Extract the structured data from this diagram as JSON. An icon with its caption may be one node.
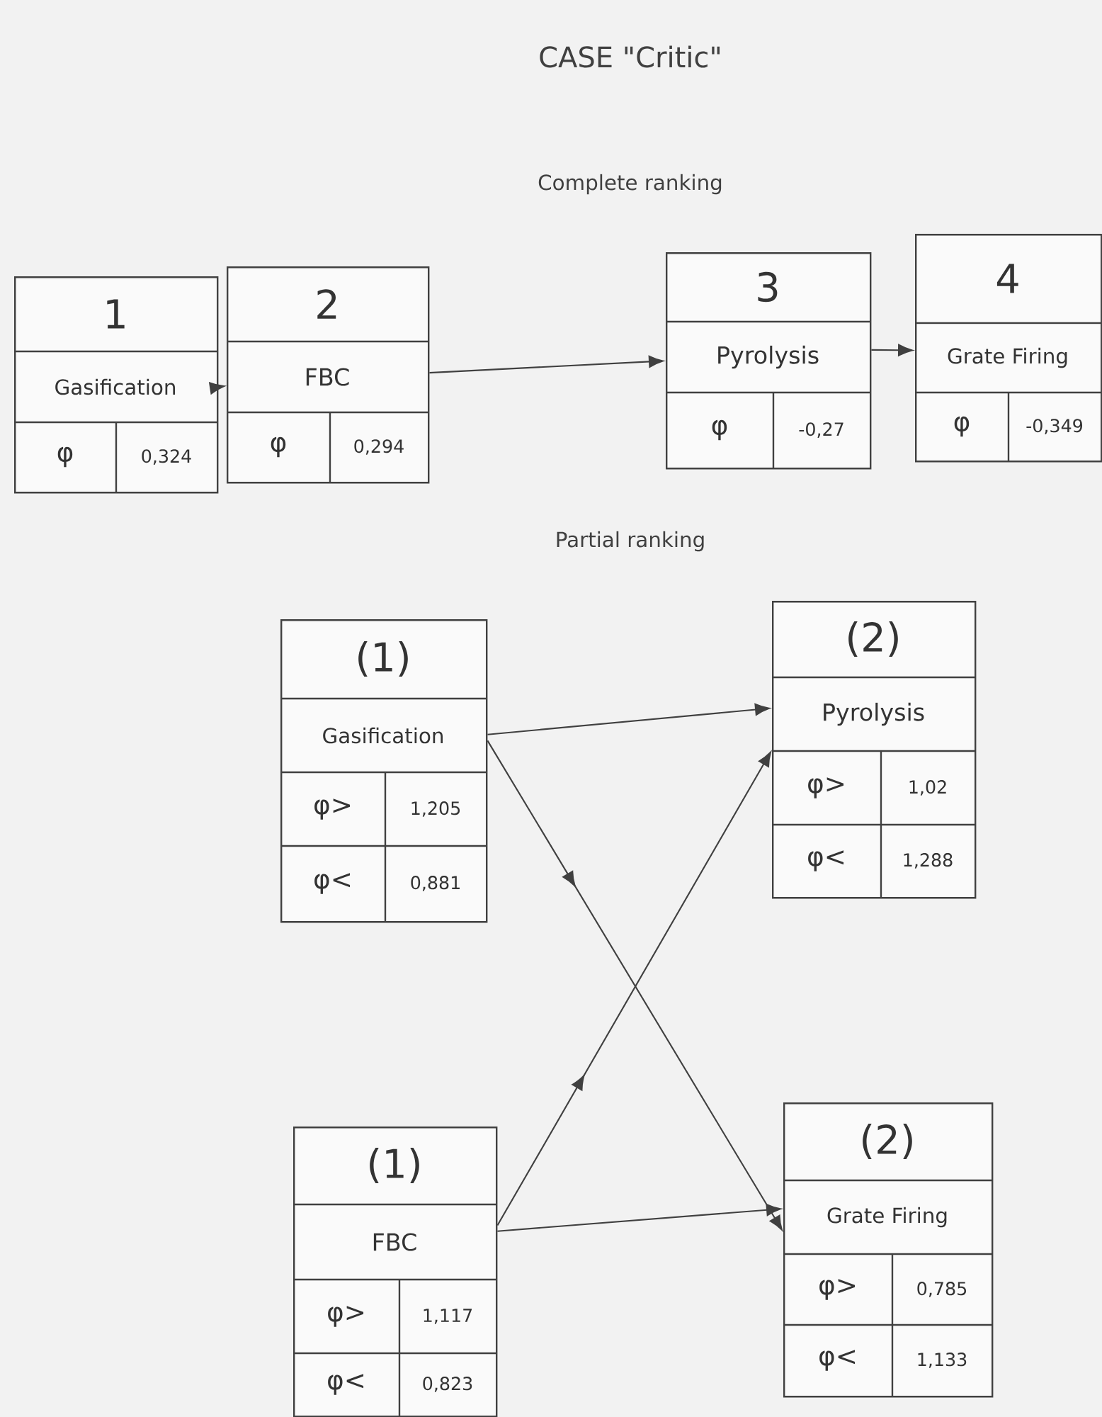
{
  "diagram": {
    "title": "CASE \"Critic\"",
    "nodes": [
      {
        "text": [
          "1",
          "Gasification",
          "φ",
          "0,324"
        ]
      },
      {
        "text": [
          "2",
          "FBC",
          "φ",
          "0,294"
        ]
      },
      {
        "text": [
          "3",
          "Pyrolysis",
          "φ",
          "-0,27"
        ]
      },
      {
        "text": [
          "4",
          "Grate Firing",
          "φ",
          "-0,349"
        ]
      },
      {
        "text": [
          "(1)",
          "Gasification",
          "φ>",
          "1,205",
          "φ<",
          "0,881"
        ]
      },
      {
        "text": [
          "(2)",
          "Pyrolysis",
          "φ>",
          "1,02",
          "φ<",
          "1,288"
        ]
      },
      {
        "text": [
          "(1)",
          "FBC",
          "φ>",
          "1,117",
          "φ<",
          "0,823"
        ]
      },
      {
        "text": [
          "(2)",
          "Grate Firing",
          "φ>",
          "0,785",
          "φ<",
          "1,133"
        ]
      }
    ],
    "edges": [
      {
        "from": 0,
        "to": 1,
        "arrow": "to"
      },
      {
        "from": 1,
        "to": 2,
        "arrow": "to"
      },
      {
        "from": 2,
        "to": 3,
        "arrow": "to"
      },
      {
        "from": 4,
        "to": 5,
        "arrow": "to"
      },
      {
        "from": 4,
        "to": 7,
        "arrow": "to"
      },
      {
        "from": 6,
        "to": 5,
        "arrow": "to"
      },
      {
        "from": 6,
        "to": 7,
        "arrow": "to"
      }
    ],
    "labels": [
      "Complete ranking",
      "Partial ranking"
    ]
  }
}
